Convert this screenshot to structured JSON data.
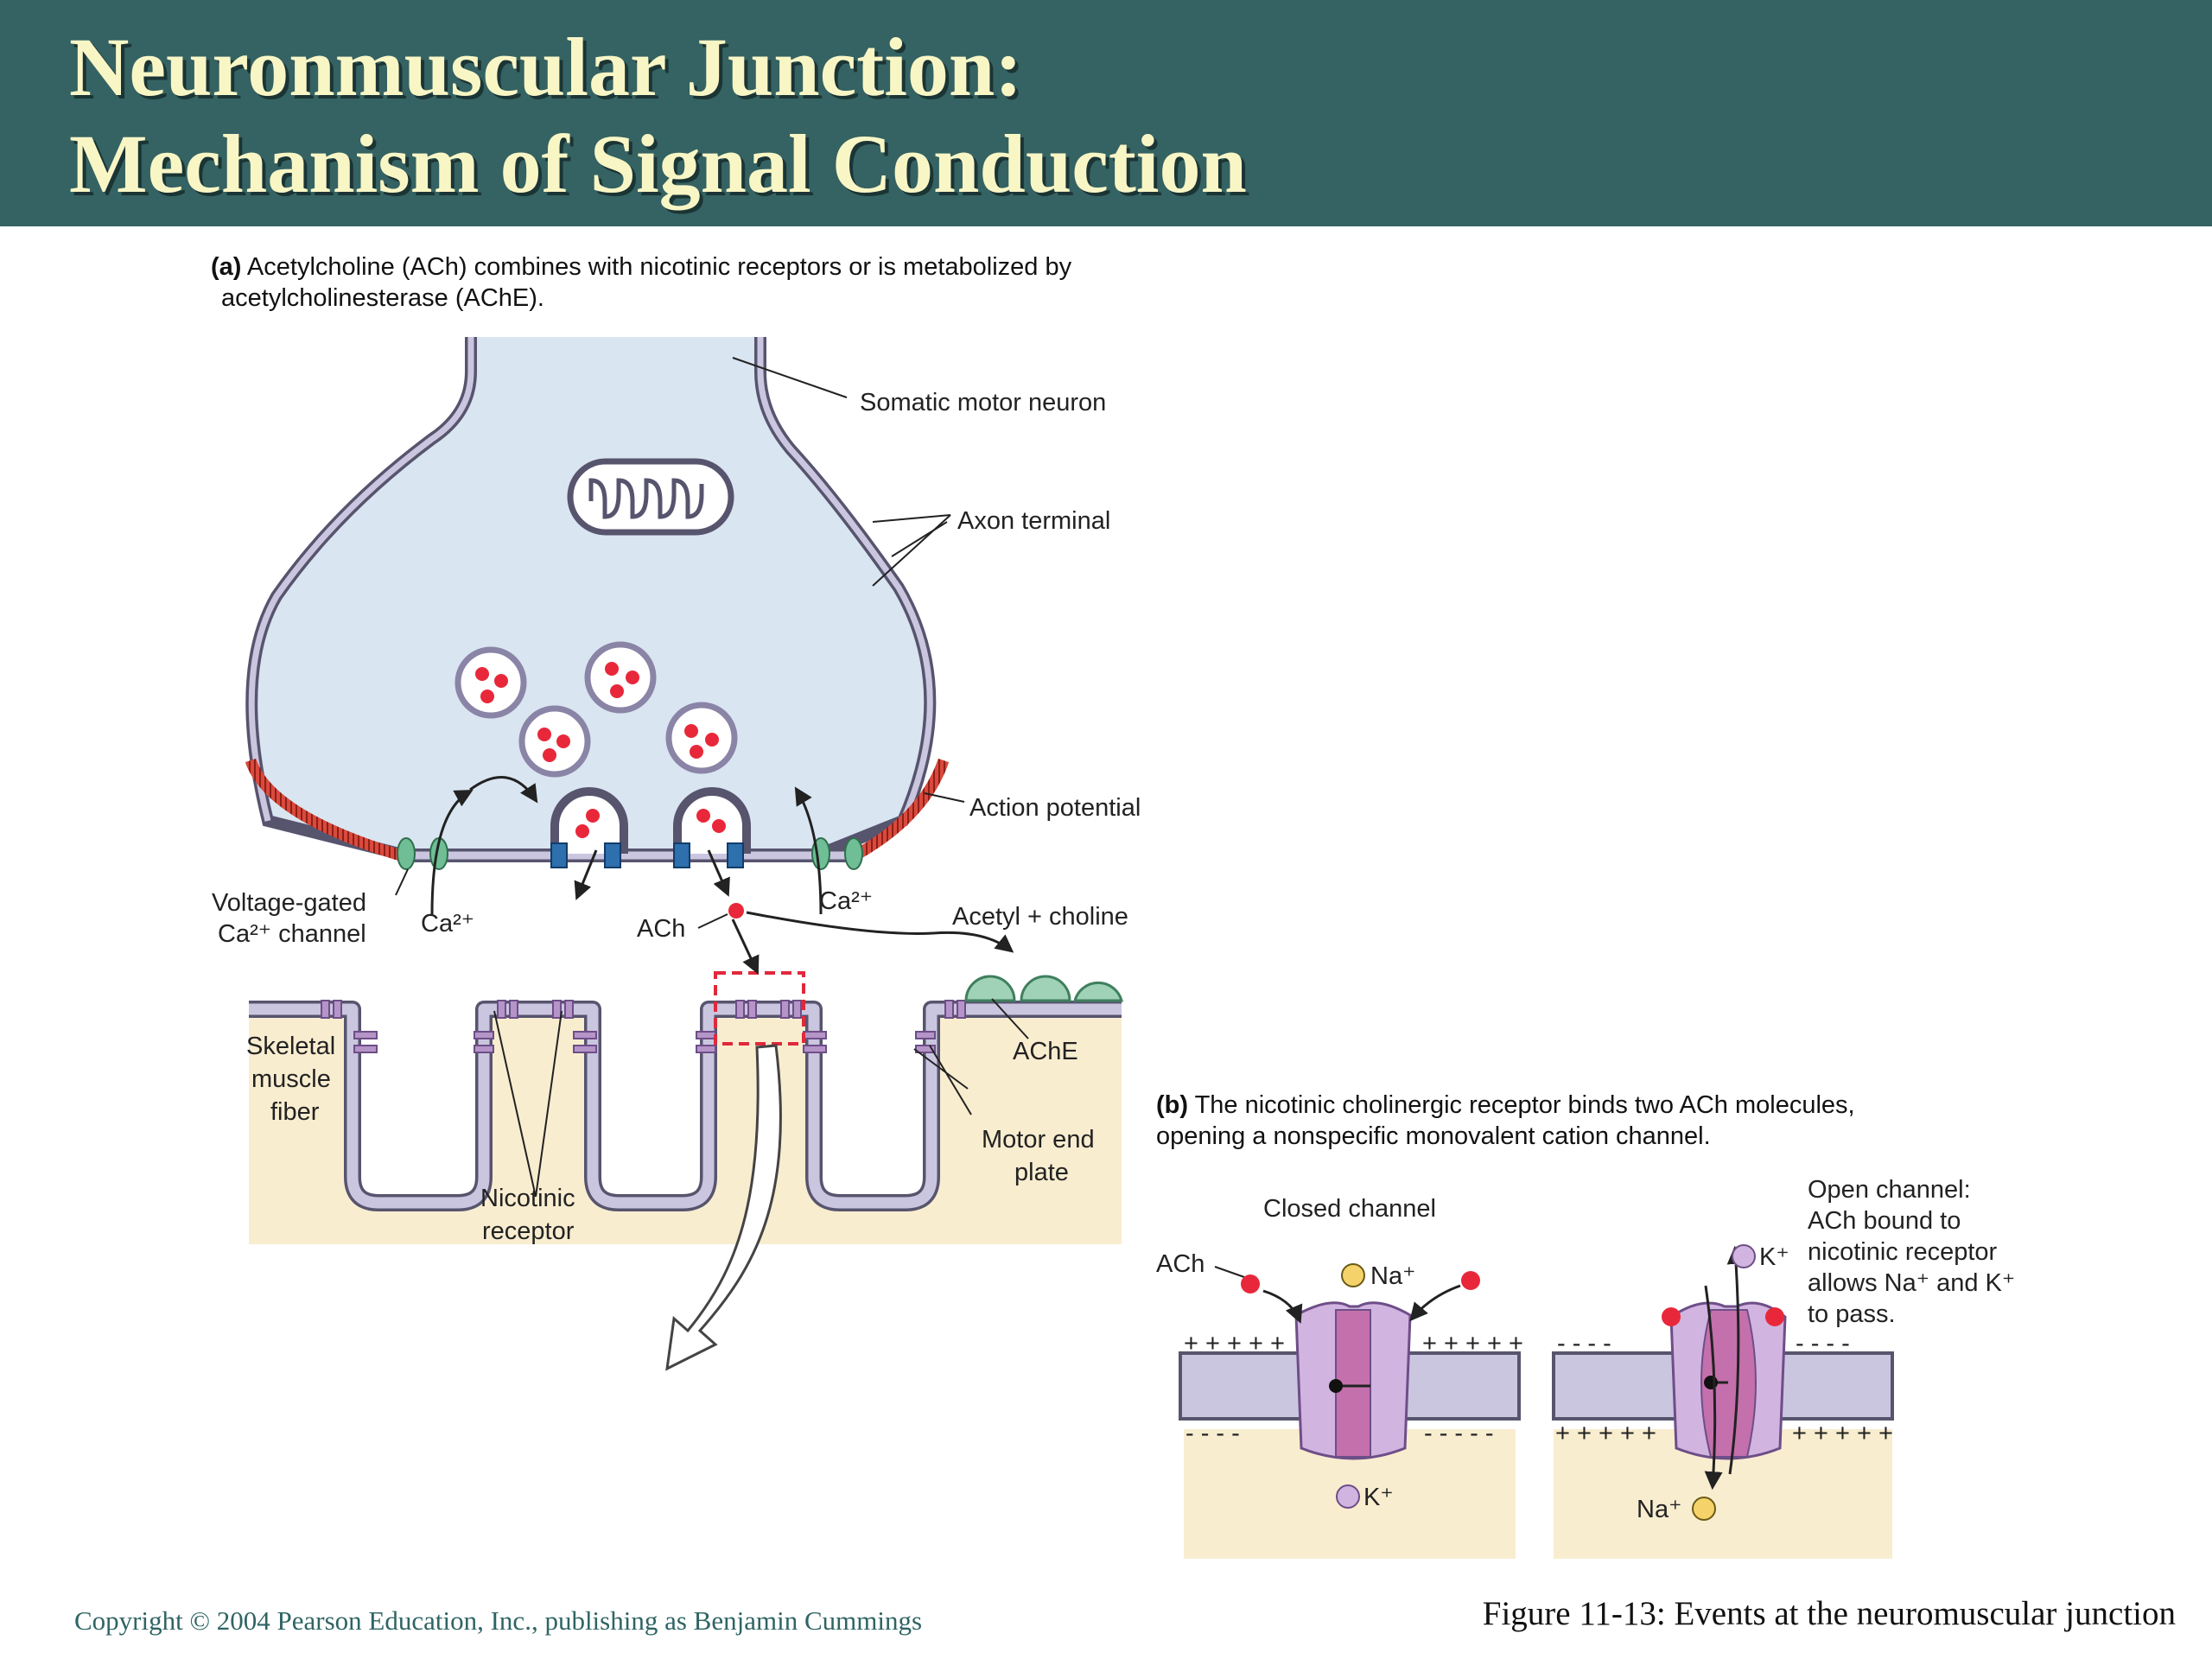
{
  "title": {
    "line1": "Neuronmuscular Junction:",
    "line2": "Mechanism of Signal Conduction"
  },
  "panel_a": {
    "letter": "(a)",
    "caption_line1": " Acetylcholine (ACh) combines with nicotinic receptors or is metabolized by",
    "caption_line2": "acetylcholinesterase (AChE).",
    "labels": {
      "somatic_motor_neuron": "Somatic motor neuron",
      "axon_terminal": "Axon terminal",
      "action_potential": "Action potential",
      "voltage_gated_1": "Voltage-gated",
      "voltage_gated_2": "Ca²⁺ channel",
      "ca_left": "Ca²⁺",
      "ca_right": "Ca²⁺",
      "ach": "ACh",
      "acetyl_choline": "Acetyl + choline",
      "ache": "AChE",
      "skeletal_1": "Skeletal",
      "skeletal_2": "muscle",
      "skeletal_3": "fiber",
      "motor_end_1": "Motor end",
      "motor_end_2": "plate",
      "nicotinic_1": "Nicotinic",
      "nicotinic_2": "receptor"
    }
  },
  "panel_b": {
    "letter": "(b)",
    "caption_line1": " The nicotinic cholinergic receptor binds two ACh molecules,",
    "caption_line2": "opening a nonspecific monovalent cation channel.",
    "closed_channel": "Closed channel",
    "open_channel_lines": [
      "Open channel:",
      "ACh bound to",
      "nicotinic receptor",
      "allows Na⁺ and K⁺",
      "to pass."
    ],
    "ach": "ACh",
    "na": "Na⁺",
    "k": "K⁺",
    "plus_signs": "+ + + + +",
    "minus_signs_4": "- - - -",
    "minus_signs_5": "- - - - -"
  },
  "footer": {
    "copyright": "Copyright © 2004 Pearson Education, Inc., publishing as Benjamin Cummings",
    "figure": "Figure 11-13: Events at the neuromuscular junction"
  },
  "colors": {
    "header_bg": "#356262",
    "title_text": "#f9f6c6",
    "neuron_fill": "#d9e5f1",
    "muscle_fill": "#f9edd0",
    "membrane": "#c8c3dd",
    "ach_dot": "#e8283a",
    "ache_green": "#9fd2b6"
  }
}
